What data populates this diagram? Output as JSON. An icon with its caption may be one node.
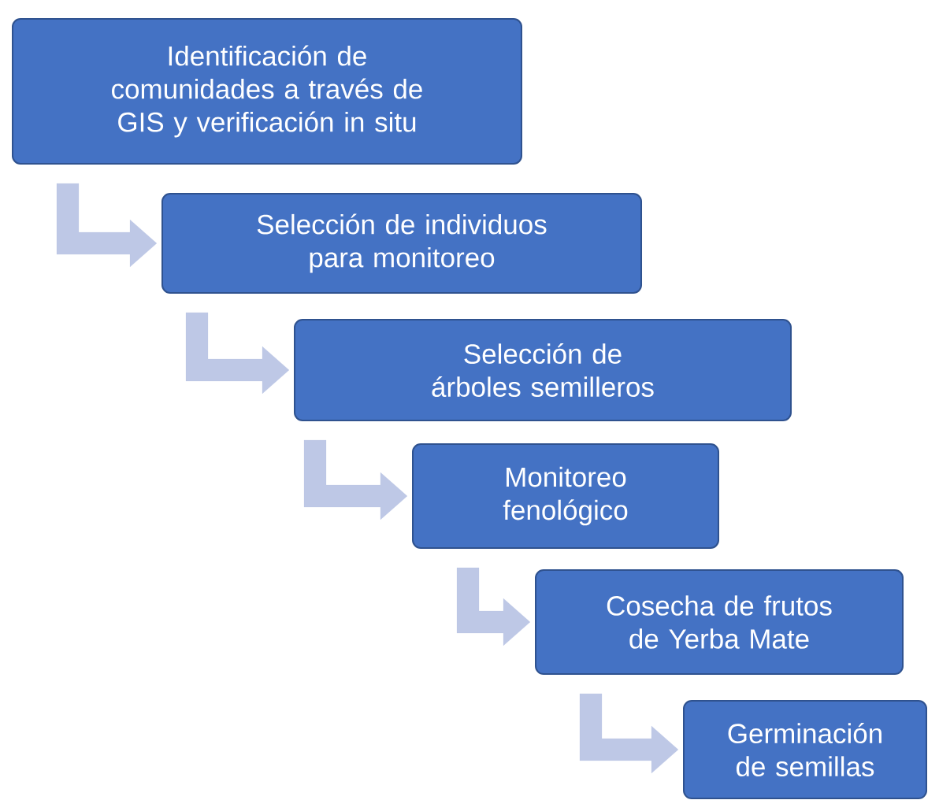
{
  "diagram": {
    "nodes": [
      {
        "text": [
          "Identificación de comunidades a través de GIS y verificación in situ"
        ]
      },
      {
        "text": [
          "Selección de individuos para monitoreo"
        ]
      },
      {
        "text": [
          "Selección de árboles semilleros"
        ]
      },
      {
        "text": [
          "Monitoreo fenológico"
        ]
      },
      {
        "text": [
          "Cosecha de frutos de Yerba Mate"
        ]
      },
      {
        "text": [
          "Germinación de semillas"
        ]
      }
    ],
    "edges": [
      {
        "from": 0,
        "to": 1,
        "arrow": "to"
      },
      {
        "from": 1,
        "to": 2,
        "arrow": "to"
      },
      {
        "from": 2,
        "to": 3,
        "arrow": "to"
      },
      {
        "from": 3,
        "to": 4,
        "arrow": "to"
      },
      {
        "from": 4,
        "to": 5,
        "arrow": "to"
      }
    ]
  }
}
